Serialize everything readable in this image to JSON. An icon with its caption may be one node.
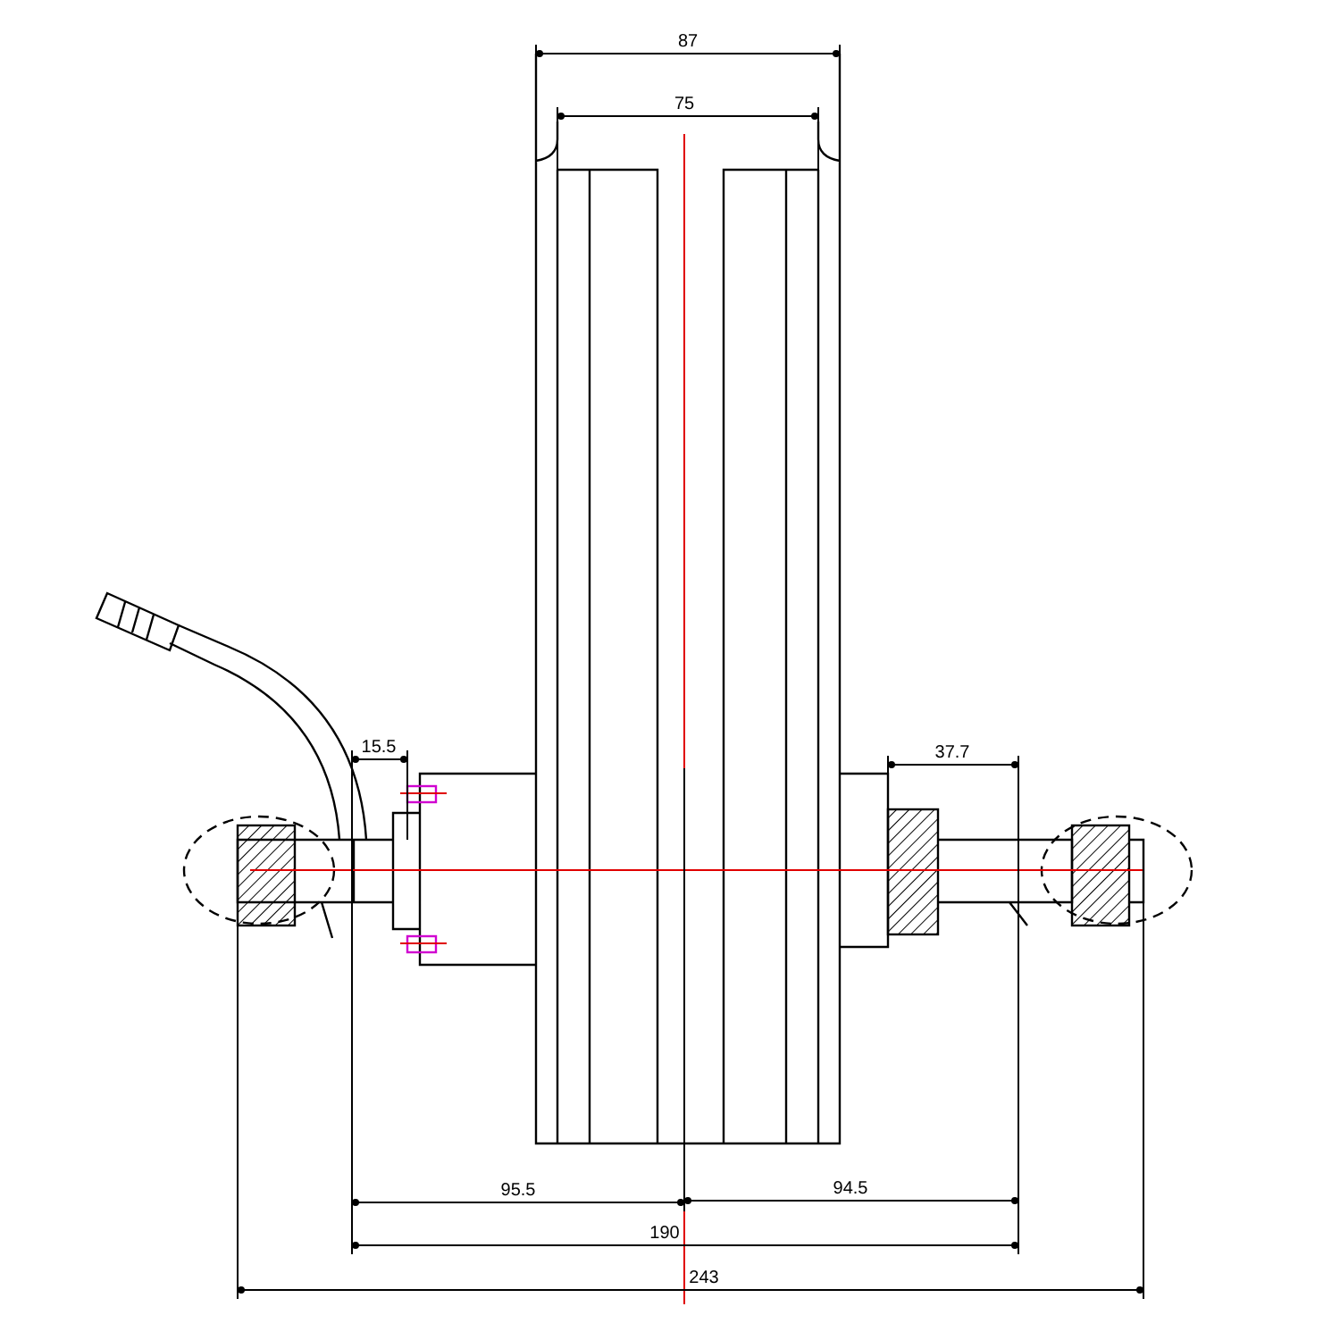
{
  "diagram": {
    "labels": [
      "87",
      "75",
      "15.5",
      "37.7",
      "95.5",
      "94.5",
      "190",
      "243"
    ]
  }
}
